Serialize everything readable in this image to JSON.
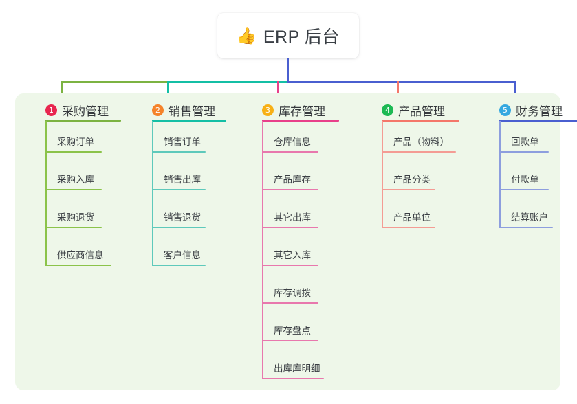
{
  "root": {
    "icon": "thumbs-up-icon",
    "emoji": "👍",
    "label": "ERP 后台"
  },
  "colors": {
    "board_bg": "#eef7e9",
    "page_bg": "#ffffff",
    "connector_green": "#7cb342",
    "connector_teal": "#14bfa5",
    "connector_blue": "#4a5fd0",
    "connector_pink": "#e8408a",
    "connector_salmon": "#f4776a"
  },
  "columns": [
    {
      "number": "1",
      "title": "采购管理",
      "badge_color": "#e8264f",
      "rule_color": "#7cb342",
      "leaf_color": "#8bc34a",
      "items": [
        {
          "label": "采购订单"
        },
        {
          "label": "采购入库"
        },
        {
          "label": "采购退货"
        },
        {
          "label": "供应商信息"
        }
      ]
    },
    {
      "number": "2",
      "title": "销售管理",
      "badge_color": "#f5832a",
      "rule_color": "#14bfa5",
      "leaf_color": "#5ec9bb",
      "items": [
        {
          "label": "销售订单"
        },
        {
          "label": "销售出库"
        },
        {
          "label": "销售退货"
        },
        {
          "label": "客户信息"
        }
      ]
    },
    {
      "number": "3",
      "title": "库存管理",
      "badge_color": "#f7b016",
      "rule_color": "#e8408a",
      "leaf_color": "#e878ad",
      "items": [
        {
          "label": "仓库信息"
        },
        {
          "label": "产品库存"
        },
        {
          "label": "其它出库"
        },
        {
          "label": "其它入库"
        },
        {
          "label": "库存调拨"
        },
        {
          "label": "库存盘点"
        },
        {
          "label": "出库库明细"
        }
      ]
    },
    {
      "number": "4",
      "title": "产品管理",
      "badge_color": "#1db954",
      "rule_color": "#f4776a",
      "leaf_color": "#f49c94",
      "items": [
        {
          "label": "产品（物料）"
        },
        {
          "label": "产品分类"
        },
        {
          "label": "产品单位"
        }
      ]
    },
    {
      "number": "5",
      "title": "财务管理",
      "badge_color": "#35a8e0",
      "rule_color": "#4a5fd0",
      "leaf_color": "#8d9ede",
      "items": [
        {
          "label": "回款单"
        },
        {
          "label": "付款单"
        },
        {
          "label": "结算账户"
        }
      ]
    }
  ]
}
